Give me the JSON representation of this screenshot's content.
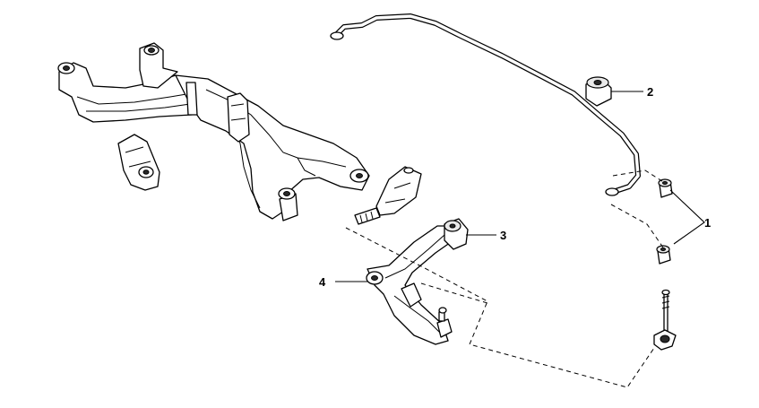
{
  "callouts": [
    {
      "id": "1",
      "label": "1"
    },
    {
      "id": "2",
      "label": "2"
    },
    {
      "id": "3",
      "label": "3"
    },
    {
      "id": "4",
      "label": "4"
    }
  ],
  "colors": {
    "line": "#000000",
    "background": "#ffffff"
  }
}
